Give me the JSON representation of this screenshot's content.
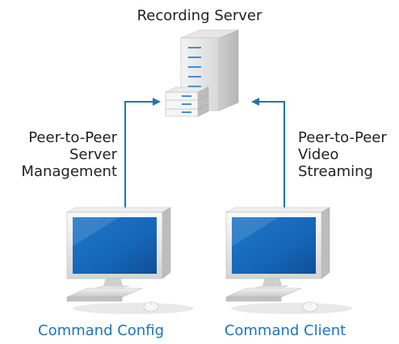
{
  "diagram": {
    "server": {
      "label": "Recording Server",
      "icon": "server-icon"
    },
    "connections": [
      {
        "id": "left",
        "label": "Peer-to-Peer\nServer\nManagement",
        "from": "Command Config",
        "to": "Recording Server"
      },
      {
        "id": "right",
        "label": "Peer-to-Peer\nVideo\nStreaming",
        "from": "Command Client",
        "to": "Recording Server"
      }
    ],
    "clients": [
      {
        "label": "Command Config",
        "icon": "monitor-icon"
      },
      {
        "label": "Command Client",
        "icon": "monitor-icon"
      }
    ]
  },
  "colors": {
    "arrow": "#1b75bc",
    "client_label": "#1b75bc",
    "screen": "#1565b8",
    "text": "#222222"
  }
}
